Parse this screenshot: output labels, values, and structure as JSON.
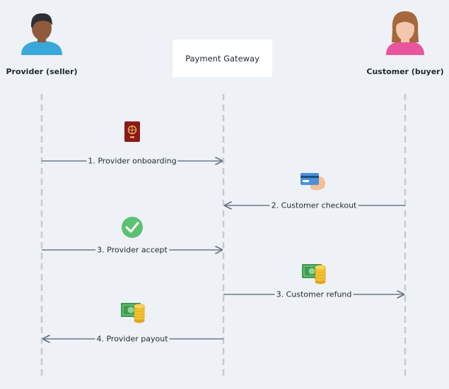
{
  "actors": {
    "provider": {
      "label": "Provider (seller)",
      "icon": "man-avatar-icon"
    },
    "gateway": {
      "label": "Payment Gateway"
    },
    "customer": {
      "label": "Customer (buyer)",
      "icon": "woman-avatar-icon"
    }
  },
  "messages": [
    {
      "label": "1. Provider onboarding",
      "icon": "passport-icon"
    },
    {
      "label": "2. Customer checkout",
      "icon": "credit-card-hand-icon"
    },
    {
      "label": "3. Provider accept",
      "icon": "check-circle-icon"
    },
    {
      "label": "3. Customer refund",
      "icon": "money-coins-icon"
    },
    {
      "label": "4. Provider payout",
      "icon": "money-coins-icon"
    }
  ],
  "colors": {
    "background": "#eef2f6",
    "lifeline": "#c3cad3",
    "arrow": "#6b7785",
    "check": "#5cc172",
    "passport": "#8b1a1a",
    "money": "#3d9b4f",
    "coin": "#f2c230",
    "man_shirt": "#3aa7d9",
    "woman_shirt": "#e9559c"
  }
}
